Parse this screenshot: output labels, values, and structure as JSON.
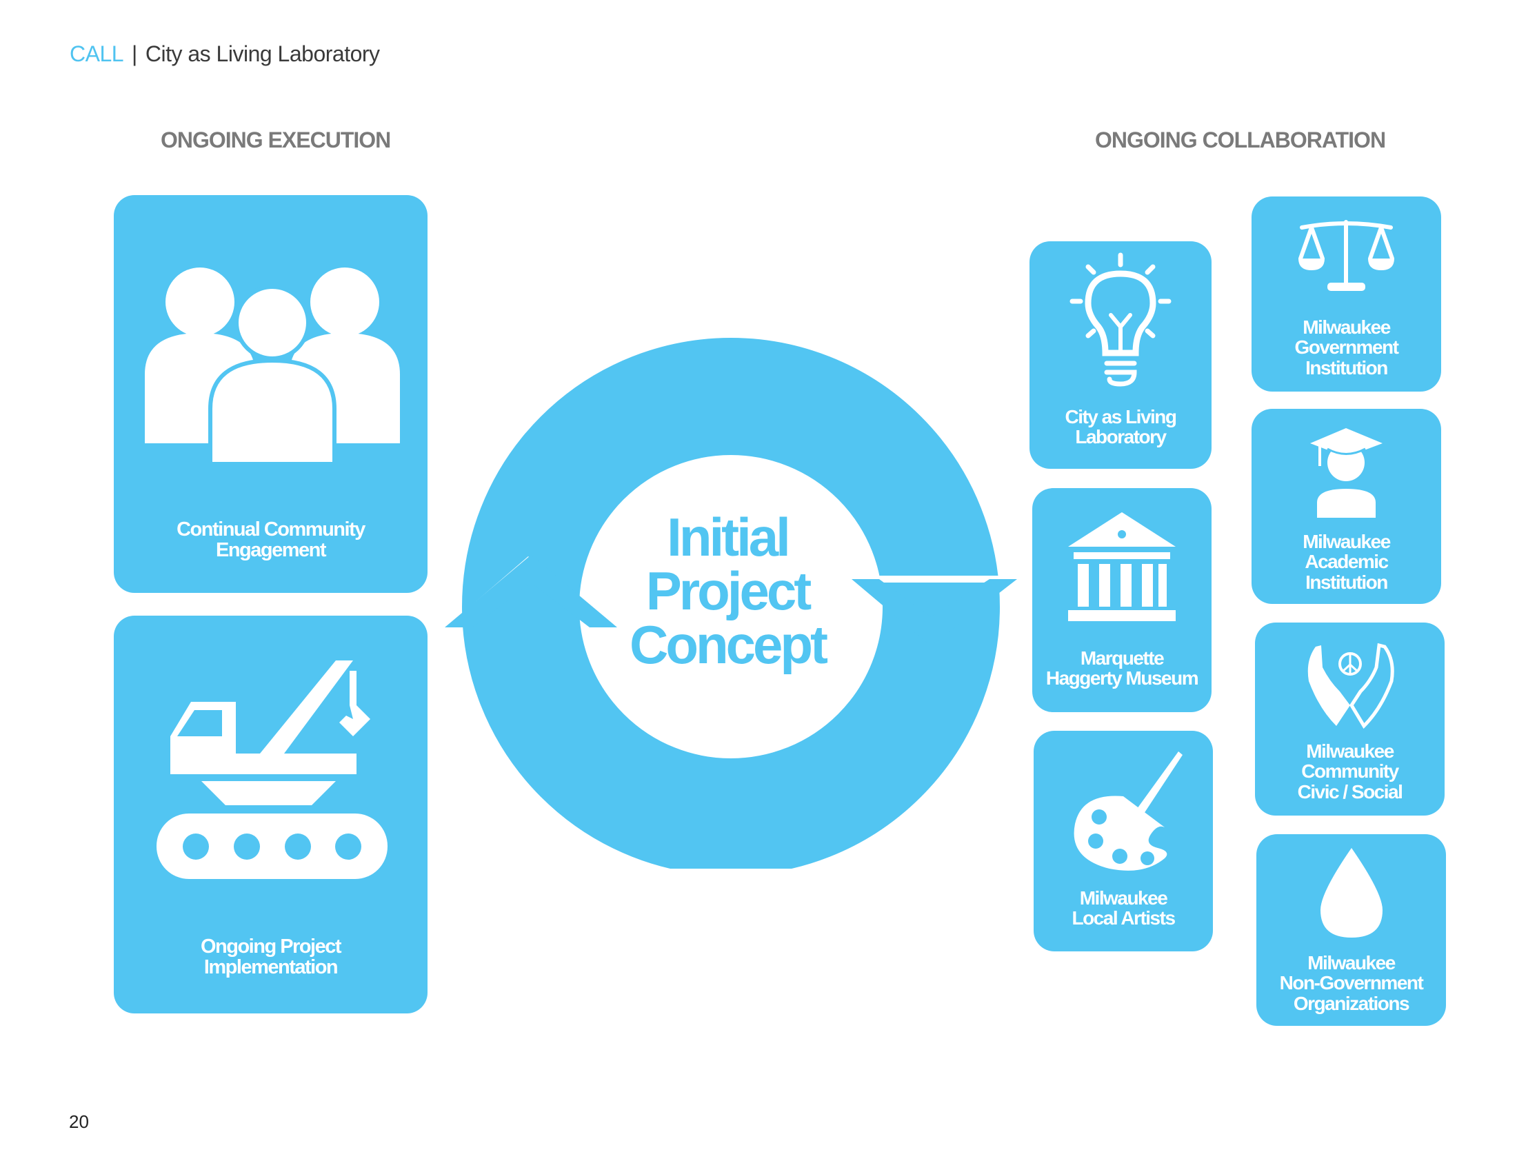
{
  "header": {
    "brand": "CALL",
    "separator": "|",
    "title": "City as Living Laboratory"
  },
  "sections": {
    "left_title": "ONGOING EXECUTION",
    "right_title": "ONGOING COLLABORATION"
  },
  "center": {
    "label": "Initial\nProject\nConcept"
  },
  "execution_cards": [
    {
      "label": "Continual Community\nEngagement",
      "icon": "people-group-icon"
    },
    {
      "label": "Ongoing Project\nImplementation",
      "icon": "crane-truck-icon"
    }
  ],
  "collaboration_cards": [
    {
      "label": "City as Living\nLaboratory",
      "icon": "lightbulb-icon"
    },
    {
      "label": "Marquette\nHaggerty Museum",
      "icon": "museum-icon"
    },
    {
      "label": "Milwaukee\nLocal Artists",
      "icon": "paint-palette-icon"
    },
    {
      "label": "Milwaukee\nGovernment\nInstitution",
      "icon": "justice-scale-icon"
    },
    {
      "label": "Milwaukee\nAcademic\nInstitution",
      "icon": "graduate-icon"
    },
    {
      "label": "Milwaukee\nCommunity\nCivic / Social",
      "icon": "peace-hands-icon"
    },
    {
      "label": "Milwaukee\nNon-Government\nOrganizations",
      "icon": "water-drop-icon"
    }
  ],
  "colors": {
    "accent": "#52c5f2",
    "heading_gray": "#7a7a7a",
    "text_dark": "#3a3a3a"
  },
  "page": {
    "number": "20"
  }
}
